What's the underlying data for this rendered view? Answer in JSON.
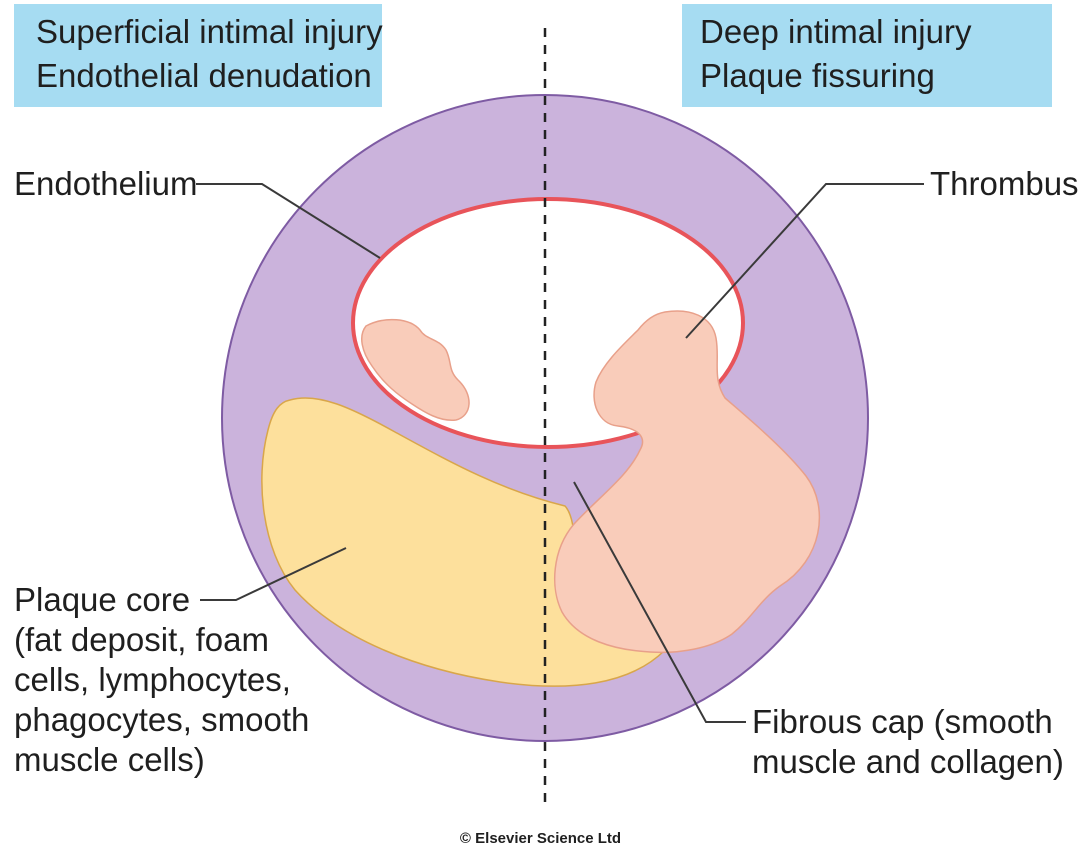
{
  "header": {
    "left_title_line1": "Superficial intimal injury",
    "left_title_line2": "Endothelial denudation",
    "right_title_line1": "Deep intimal injury",
    "right_title_line2": "Plaque fissuring"
  },
  "labels": {
    "endothelium": "Endothelium",
    "thrombus": "Thrombus",
    "plaque_core_l1": "Plaque core",
    "plaque_core_l2": "(fat deposit, foam",
    "plaque_core_l3": "cells, lymphocytes,",
    "plaque_core_l4": "phagocytes, smooth",
    "plaque_core_l5": "muscle cells)",
    "fibrous_cap_l1": "Fibrous cap (smooth",
    "fibrous_cap_l2": "muscle and collagen)"
  },
  "footer": {
    "copyright": "© Elsevier Science Ltd"
  },
  "colors": {
    "header_box": "#a6dcf2",
    "vessel_wall": "#cbb3dc",
    "vessel_outline": "#7e5ba3",
    "lumen_edge": "#e8545a",
    "plaque_core": "#fde09c",
    "thrombus": "#f9ccba",
    "leader": "#3a3a3a"
  }
}
